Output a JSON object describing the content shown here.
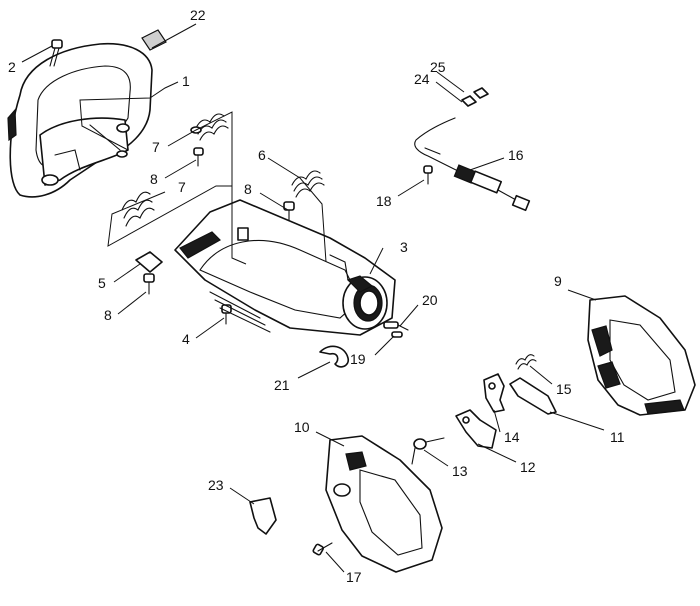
{
  "labels": {
    "p1": "1",
    "p2": "2",
    "p3": "3",
    "p4": "4",
    "p5": "5",
    "p6": "6",
    "p7a": "7",
    "p7b": "7",
    "p8a": "8",
    "p8b": "8",
    "p8c": "8",
    "p9": "9",
    "p10": "10",
    "p11": "11",
    "p12": "12",
    "p13": "13",
    "p14": "14",
    "p15": "15",
    "p16": "16",
    "p17": "17",
    "p18": "18",
    "p19": "19",
    "p20": "20",
    "p21": "21",
    "p22": "22",
    "p23": "23",
    "p24": "24",
    "p25": "25"
  }
}
